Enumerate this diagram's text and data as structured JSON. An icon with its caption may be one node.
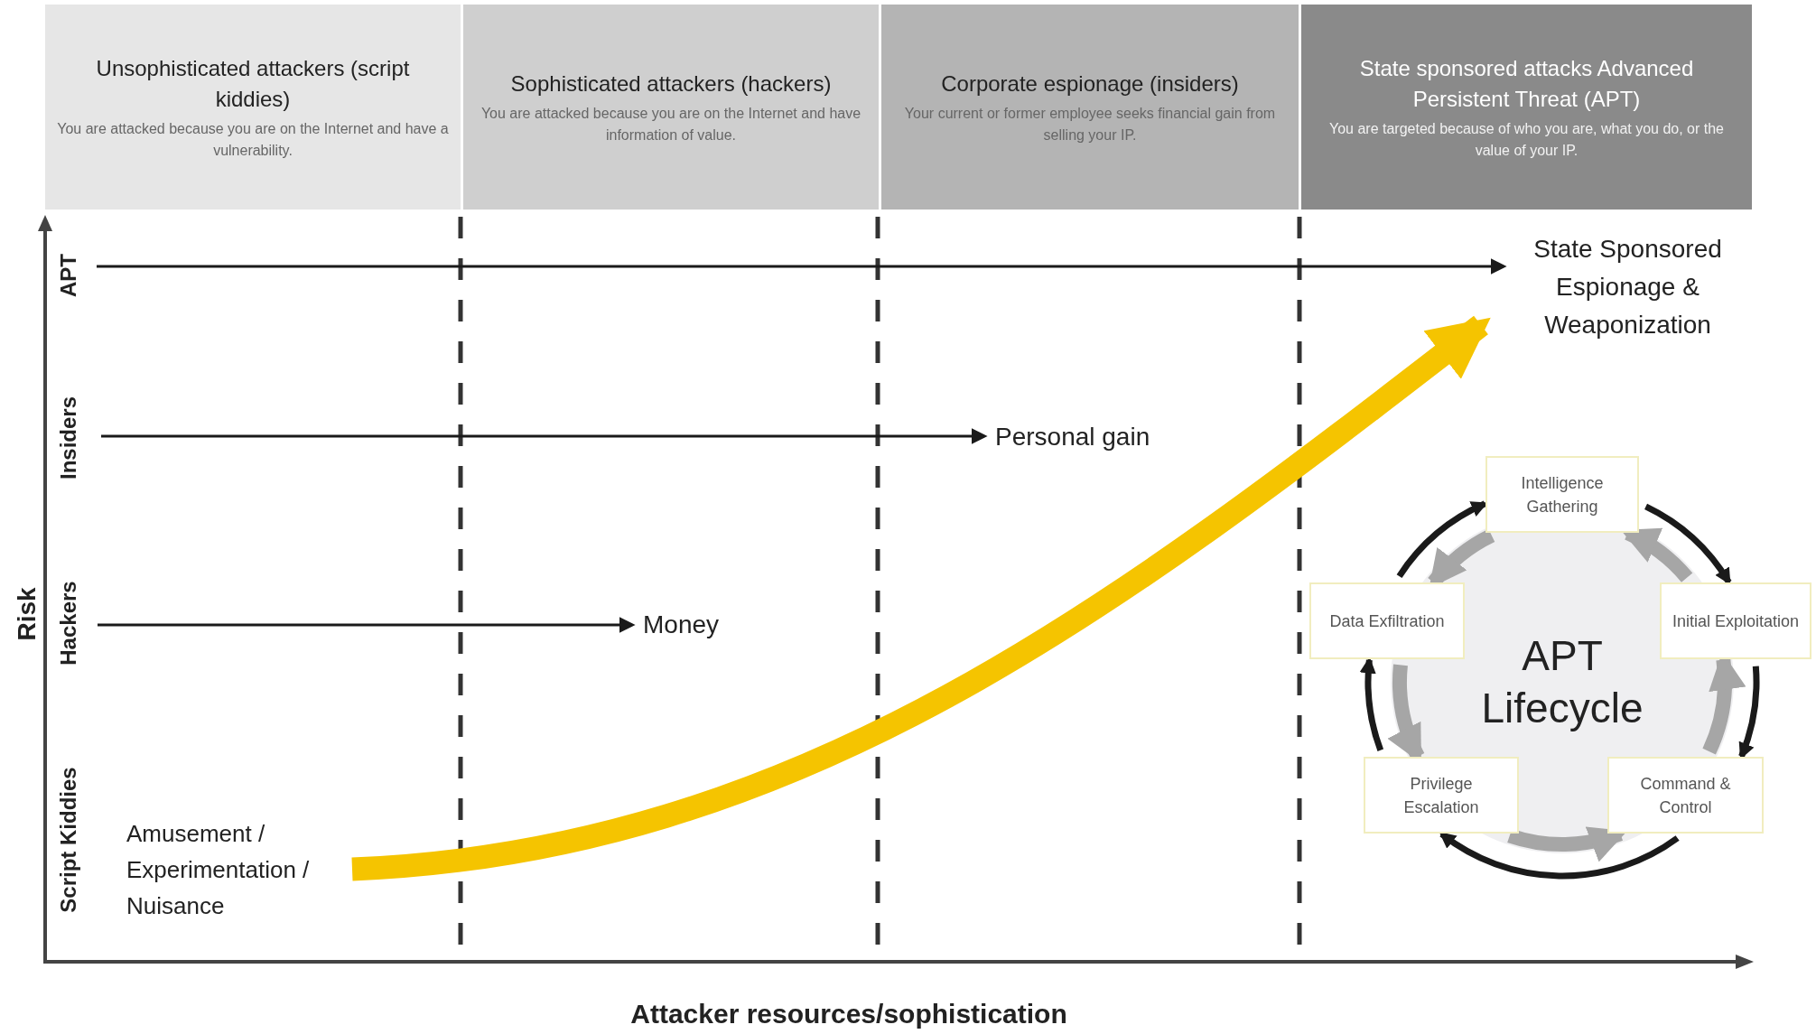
{
  "diagram": {
    "nodes": [
      {
        "text": [
          "Unsophisticated attackers (script kiddies)",
          "You are attacked because you are on the Internet and have a vulnerability."
        ]
      },
      {
        "text": [
          "Sophisticated attackers (hackers)",
          "You are attacked because you are on the Internet and have information of value."
        ]
      },
      {
        "text": [
          "Corporate espionage (insiders)",
          "Your current or former employee seeks financial gain from selling your IP."
        ]
      },
      {
        "text": [
          "State sponsored attacks Advanced Persistent Threat (APT)",
          "You are targeted because of who you are, what you do, or the value of your IP."
        ]
      },
      {
        "text": [
          "State Sponsored Espionage & Weaponization"
        ]
      },
      {
        "text": [
          "Personal gain"
        ]
      },
      {
        "text": [
          "Money"
        ]
      },
      {
        "text": [
          "Amusement / Experimentation / Nuisance"
        ]
      },
      {
        "text": [
          "APT Lifecycle"
        ]
      },
      {
        "text": [
          "Intelligence Gathering"
        ]
      },
      {
        "text": [
          "Initial Exploitation"
        ]
      },
      {
        "text": [
          "Command & Control"
        ]
      },
      {
        "text": [
          "Privilege Escalation"
        ]
      },
      {
        "text": [
          "Data Exfiltration"
        ]
      }
    ],
    "edges": [
      {
        "from": null,
        "to": 4,
        "arrow": "to"
      },
      {
        "from": null,
        "to": 5,
        "arrow": "to"
      },
      {
        "from": null,
        "to": 6,
        "arrow": "to"
      },
      {
        "from": 7,
        "to": 4,
        "arrow": "to",
        "style": "thick",
        "color": "#f5c400"
      },
      {
        "from": 9,
        "to": 10,
        "arrow": "to"
      },
      {
        "from": 10,
        "to": 11,
        "arrow": "to"
      },
      {
        "from": 11,
        "to": 12,
        "arrow": "to"
      },
      {
        "from": 12,
        "to": 13,
        "arrow": "to"
      },
      {
        "from": 13,
        "to": 9,
        "arrow": "to"
      },
      {
        "from": 10,
        "to": 9,
        "arrow": "to",
        "style": "thick",
        "color": "#a6a6a6"
      },
      {
        "from": 11,
        "to": 10,
        "arrow": "to",
        "style": "thick",
        "color": "#a6a6a6"
      },
      {
        "from": 12,
        "to": 11,
        "arrow": "to",
        "style": "thick",
        "color": "#a6a6a6"
      },
      {
        "from": 13,
        "to": 12,
        "arrow": "to",
        "style": "thick",
        "color": "#a6a6a6"
      },
      {
        "from": 9,
        "to": 13,
        "arrow": "to",
        "style": "thick",
        "color": "#a6a6a6"
      }
    ],
    "labels": [
      "Risk",
      "APT",
      "Insiders",
      "Hackers",
      "Script Kiddies",
      "Attacker resources/sophistication"
    ]
  }
}
